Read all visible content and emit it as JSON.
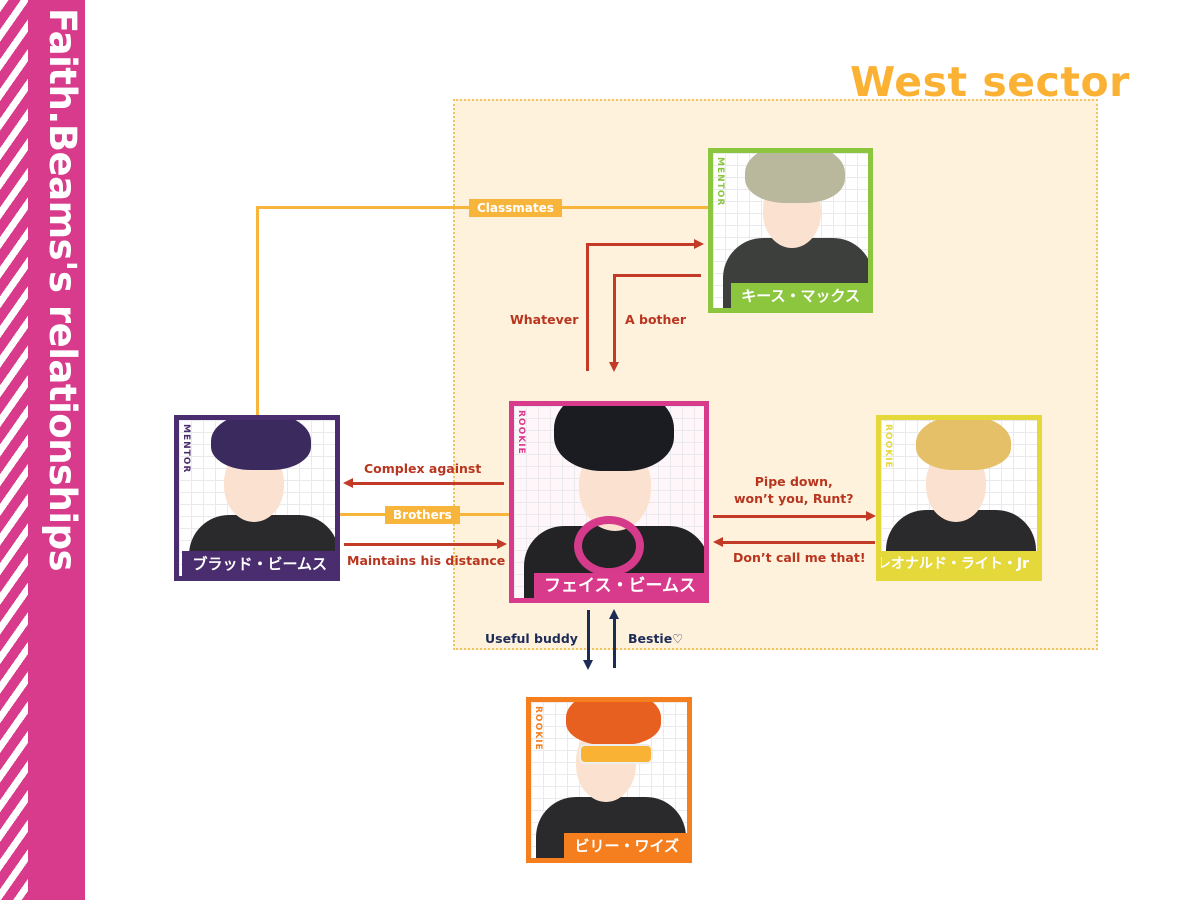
{
  "sidebar": {
    "title": "Faith.Beams's relationships",
    "color": "#d83a8c"
  },
  "sector": {
    "title": "West sector",
    "title_color": "#fbb234",
    "fill": "#fef2dc"
  },
  "characters": {
    "faith": {
      "name": "フェイス・ビームス",
      "role": "ROOKIE",
      "color": "#d83a8c",
      "hair": "#1b1b22"
    },
    "keith": {
      "name": "キース・マックス",
      "role": "MENTOR",
      "color": "#8cc63f",
      "hair": "#b9b89c"
    },
    "brad": {
      "name": "ブラッド・ビームス",
      "role": "MENTOR",
      "color": "#4a2d6e",
      "hair": "#3a2a5e"
    },
    "leonard": {
      "name": "レオナルド・ライト・Jr",
      "role": "ROOKIE",
      "color": "#e5d83a",
      "hair": "#e6c068"
    },
    "billy": {
      "name": "ビリー・ワイズ",
      "role": "ROOKIE",
      "color": "#f57f1f",
      "hair": "#e8601f"
    }
  },
  "relations": {
    "classmates": "Classmates",
    "whatever": "Whatever",
    "a_bother": "A bother",
    "complex_against": "Complex against",
    "brothers": "Brothers",
    "maintains_distance": "Maintains his distance",
    "pipe_down": "Pipe down,\nwon’t you, Runt?",
    "dont_call": "Don’t call me that!",
    "useful_buddy": "Useful buddy",
    "bestie": "Bestie♡"
  },
  "colors": {
    "tie_line": "#f8b53b",
    "arrow_red": "#c33a26",
    "arrow_navy": "#1d2c57"
  }
}
